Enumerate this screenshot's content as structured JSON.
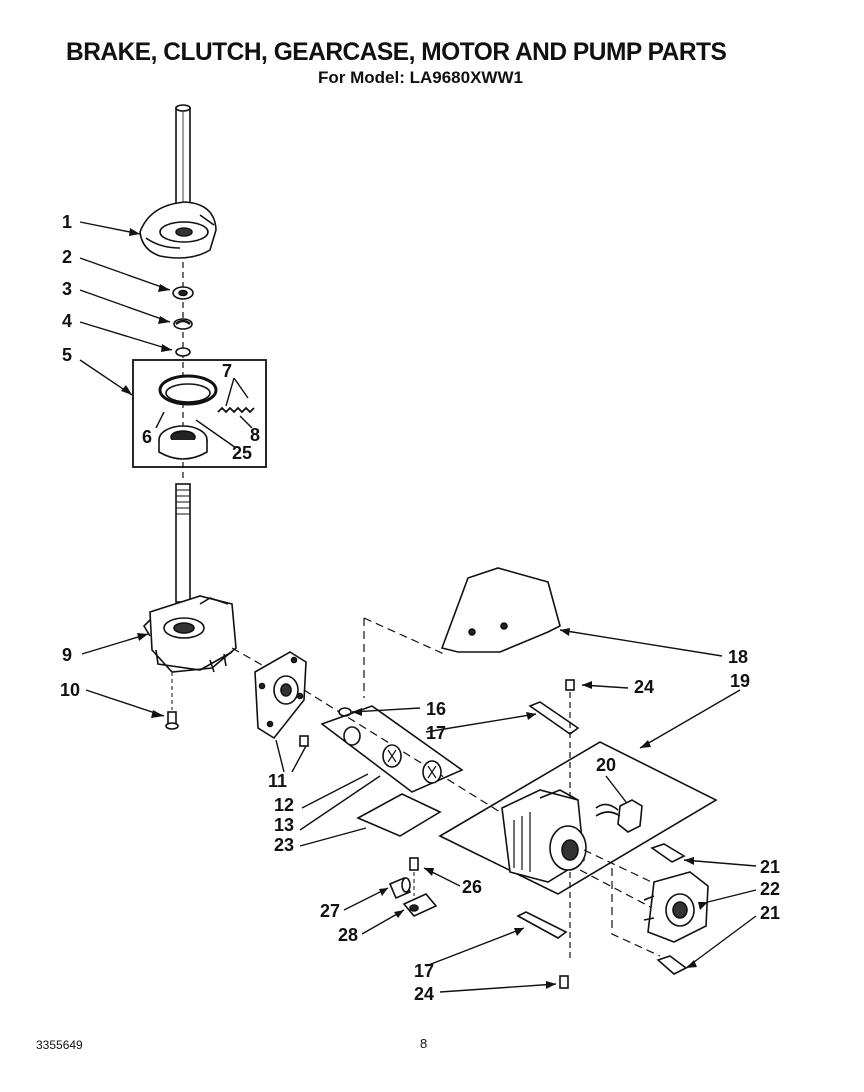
{
  "header": {
    "title": "BRAKE, CLUTCH, GEARCASE, MOTOR AND PUMP PARTS",
    "subtitle": "For Model: LA9680XWW1"
  },
  "footer": {
    "doc_number": "3355649",
    "page_number": "8"
  },
  "callouts": {
    "c1": "1",
    "c2": "2",
    "c3": "3",
    "c4": "4",
    "c5": "5",
    "c6": "6",
    "c7": "7",
    "c8": "8",
    "c25": "25",
    "c9": "9",
    "c10": "10",
    "c11": "11",
    "c12": "12",
    "c13": "13",
    "c23": "23",
    "c16": "16",
    "c17a": "17",
    "c18": "18",
    "c19": "19",
    "c24a": "24",
    "c20": "20",
    "c21a": "21",
    "c22": "22",
    "c21b": "21",
    "c26": "26",
    "c27": "27",
    "c28": "28",
    "c17b": "17",
    "c24b": "24"
  }
}
